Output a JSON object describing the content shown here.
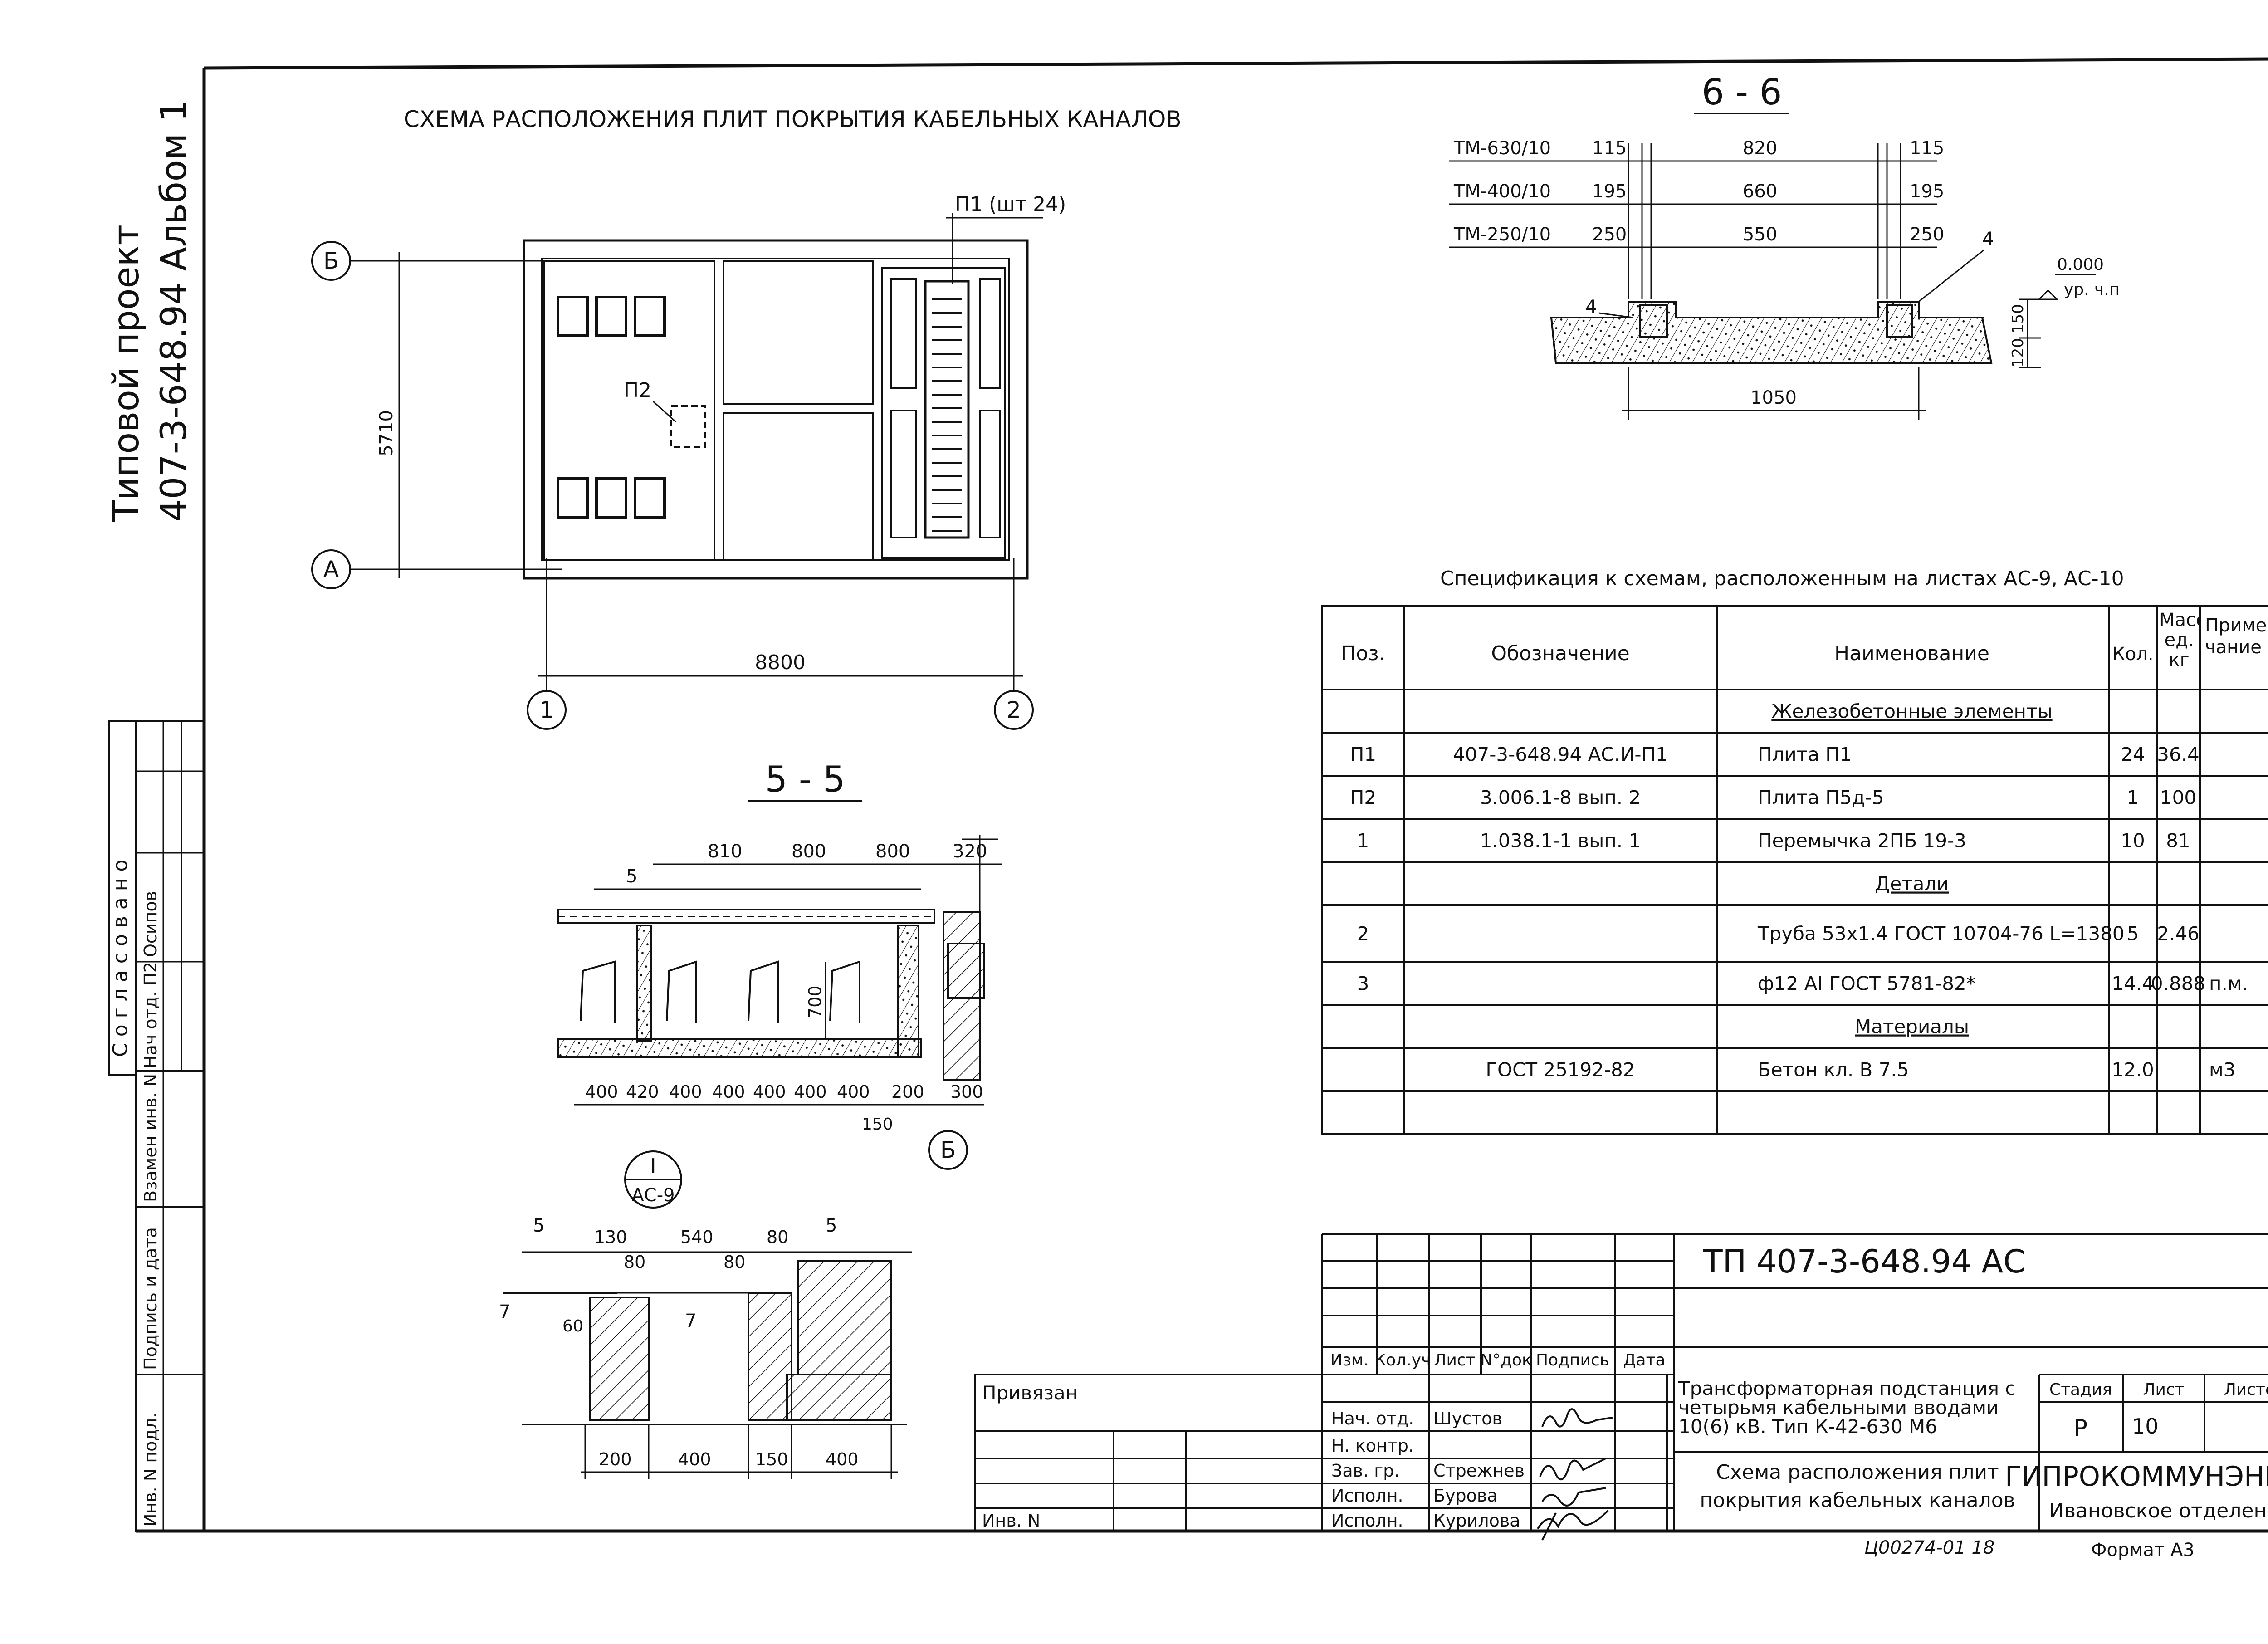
{
  "left_margin": {
    "project_line1": "Типовой проект",
    "project_line2": "407-3-648.94   Альбом 1",
    "agreed": "С о г л а с о в а н о",
    "dept": "Нач отд. П2",
    "person": "Осипов",
    "field_replace": "Взамен инв. N",
    "field_sign_date": "Подпись и дата",
    "field_inv_orig": "Инв. N подл."
  },
  "plan": {
    "title": "СХЕМА РАСПОЛОЖЕНИЯ ПЛИТ ПОКРЫТИЯ КАБЕЛЬНЫХ КАНАЛОВ",
    "axis_b": "Б",
    "axis_a": "А",
    "axis_1": "1",
    "axis_2": "2",
    "dim_height": "5710",
    "dim_width": "8800",
    "label_p1": "П1 (шт 24)",
    "label_p2": "П2"
  },
  "section_66": {
    "title": "6 - 6",
    "rows": [
      {
        "type": "ТМ-630/10",
        "left": "115",
        "mid": "820",
        "right": "115"
      },
      {
        "type": "ТМ-400/10",
        "left": "195",
        "mid": "660",
        "right": "195"
      },
      {
        "type": "ТМ-250/10",
        "left": "250",
        "mid": "550",
        "right": "250"
      }
    ],
    "pos_left": "4",
    "pos_right": "4",
    "level": "0.000",
    "level_note": "ур. ч.п",
    "dim_150": "150",
    "dim_120": "120",
    "dim_bottom": "1050"
  },
  "section_55": {
    "title": "5 - 5",
    "top_dims": [
      "810",
      "800",
      "800",
      "320"
    ],
    "pos": "5",
    "dim_700": "700",
    "bottom_dims": [
      "400",
      "420",
      "400",
      "400",
      "400",
      "400",
      "400",
      "200",
      "300"
    ],
    "dim_150": "150",
    "axis": "Б"
  },
  "detail_1": {
    "roman": "I",
    "sheet": "АС-9",
    "pos_left": "5",
    "pos_right": "5",
    "pos_7a": "7",
    "pos_7b": "7",
    "top_dims": [
      "130",
      "540",
      "80"
    ],
    "inner_80a": "80",
    "inner_80b": "80",
    "dim_60": "60",
    "bottom_dims": [
      "200",
      "400",
      "150",
      "400"
    ]
  },
  "spec": {
    "caption": "Спецификация к схемам, расположенным на листах АС-9, АС-10",
    "headers": {
      "pos": "Поз.",
      "designation": "Обозначение",
      "name": "Наименование",
      "qty": "Кол.",
      "mass": "Масса ед. кг",
      "note": "Приме- чание"
    },
    "rows": [
      {
        "pos": "",
        "designation": "",
        "name": "Железобетонные элементы",
        "qty": "",
        "mass": "",
        "note": "",
        "section": true
      },
      {
        "pos": "П1",
        "designation": "407-3-648.94  АС.И-П1",
        "name": "Плита П1",
        "qty": "24",
        "mass": "36.4",
        "note": ""
      },
      {
        "pos": "П2",
        "designation": "3.006.1-8   вып. 2",
        "name": "Плита П5д-5",
        "qty": "1",
        "mass": "100",
        "note": ""
      },
      {
        "pos": "1",
        "designation": "1.038.1-1   вып. 1",
        "name": "Перемычка 2ПБ 19-3",
        "qty": "10",
        "mass": "81",
        "note": ""
      },
      {
        "pos": "",
        "designation": "",
        "name": "Детали",
        "qty": "",
        "mass": "",
        "note": "",
        "section": true
      },
      {
        "pos": "2",
        "designation": "",
        "name": "Труба 53х1.4 ГОСТ 10704-76 L=1380",
        "qty": "5",
        "mass": "2.46",
        "note": ""
      },
      {
        "pos": "3",
        "designation": "",
        "name": "ф12 АI ГОСТ 5781-82*",
        "qty": "14.4",
        "mass": "0.888",
        "note": "п.м."
      },
      {
        "pos": "",
        "designation": "",
        "name": "Материалы",
        "qty": "",
        "mass": "",
        "note": "",
        "section": true
      },
      {
        "pos": "",
        "designation": "ГОСТ 25192-82",
        "name": "Бетон кл. В 7.5",
        "qty": "12.0",
        "mass": "",
        "note": "м3"
      },
      {
        "pos": "",
        "designation": "",
        "name": "",
        "qty": "",
        "mass": "",
        "note": ""
      }
    ]
  },
  "title_block": {
    "code": "ТП   407-3-648.94   АС",
    "hdr_cols": [
      "Изм.",
      "Кол.уч",
      "Лист",
      "N°док",
      "Подпись",
      "Дата"
    ],
    "bound": "Привязан",
    "inv": "Инв. N",
    "people": [
      {
        "role": "Нач. отд.",
        "name": "Шустов"
      },
      {
        "role": "Н. контр.",
        "name": ""
      },
      {
        "role": "Зав. гр.",
        "name": "Стрежнев"
      },
      {
        "role": "Исполн.",
        "name": "Бурова"
      },
      {
        "role": "Исполн.",
        "name": "Курилова"
      }
    ],
    "object_name": "Трансформаторная подстанция с четырьмя кабельными вводами 10(6) кВ.   Тип К-42-630 М6",
    "sheet_name": "Схема расположения плит покрытия кабельных каналов",
    "stage_label": "Стадия",
    "sheet_label": "Лист",
    "sheets_label": "Листов",
    "stage": "Р",
    "sheet": "10",
    "org": "ГИПРОКОММУНЭНЕРГО",
    "org_sub": "Ивановское отделение",
    "archive_no": "Ц00274-01  18",
    "format": "Формат А3"
  }
}
